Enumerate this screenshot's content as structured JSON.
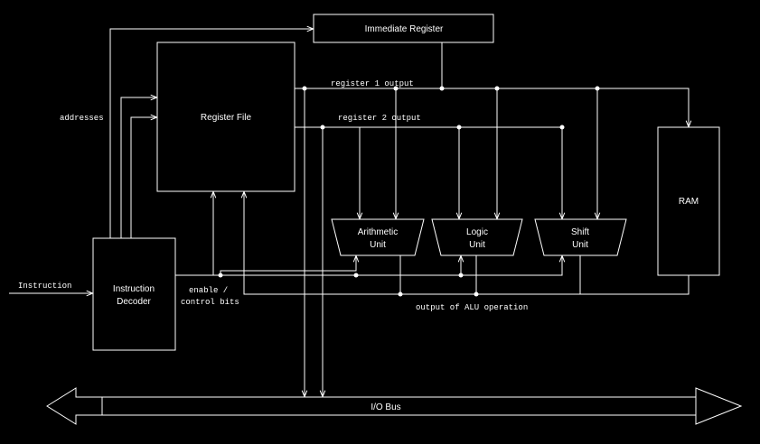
{
  "blocks": {
    "immediate_register": "Immediate Register",
    "register_file": "Register File",
    "ram": "RAM",
    "instruction_decoder_line1": "Instruction",
    "instruction_decoder_line2": "Decoder",
    "arithmetic_line1": "Arithmetic",
    "arithmetic_line2": "Unit",
    "logic_line1": "Logic",
    "logic_line2": "Unit",
    "shift_line1": "Shift",
    "shift_line2": "Unit",
    "io_bus": "I/O Bus"
  },
  "signals": {
    "instruction": "Instruction",
    "addresses": "addresses",
    "register1_output": "register 1 output",
    "register2_output": "register 2 output",
    "enable_line1": "enable /",
    "enable_line2": "control bits",
    "alu_output": "output of ALU operation"
  },
  "colors": {
    "background": "#000000",
    "foreground": "#ffffff"
  }
}
